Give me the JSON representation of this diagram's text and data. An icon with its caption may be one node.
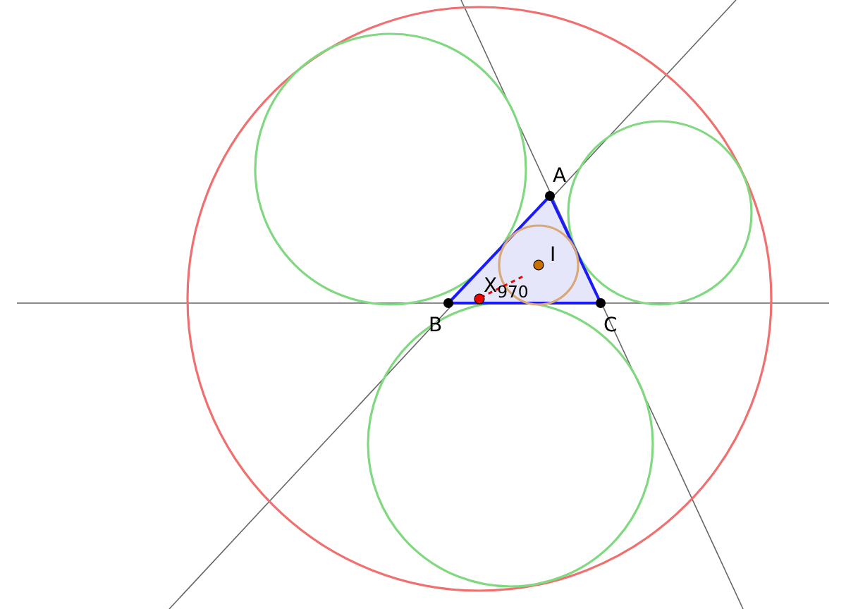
{
  "diagram": {
    "labels": [
      "A",
      "I",
      "X$_{970}$",
      "B",
      "C"
    ]
  }
}
